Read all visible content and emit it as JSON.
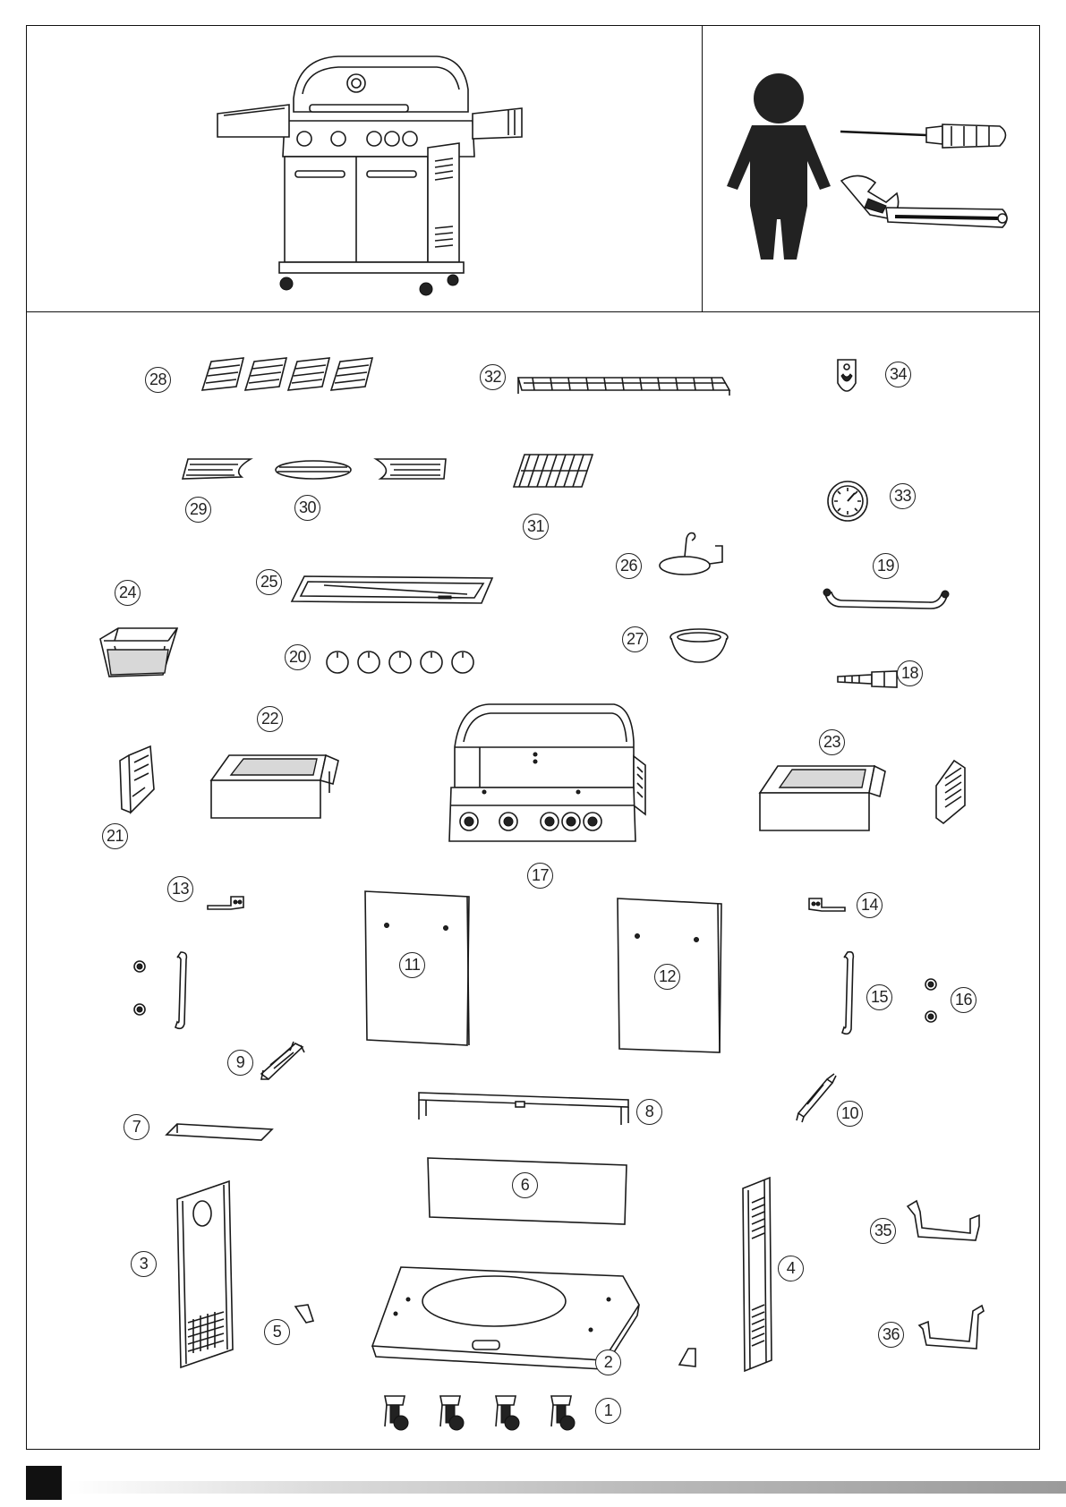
{
  "parts": [
    {
      "number": "1"
    },
    {
      "number": "2"
    },
    {
      "number": "3"
    },
    {
      "number": "4"
    },
    {
      "number": "5"
    },
    {
      "number": "6"
    },
    {
      "number": "7"
    },
    {
      "number": "8"
    },
    {
      "number": "9"
    },
    {
      "number": "10"
    },
    {
      "number": "11"
    },
    {
      "number": "12"
    },
    {
      "number": "13"
    },
    {
      "number": "14"
    },
    {
      "number": "15"
    },
    {
      "number": "16"
    },
    {
      "number": "17"
    },
    {
      "number": "18"
    },
    {
      "number": "19"
    },
    {
      "number": "20"
    },
    {
      "number": "21"
    },
    {
      "number": "22"
    },
    {
      "number": "23"
    },
    {
      "number": "24"
    },
    {
      "number": "25"
    },
    {
      "number": "26"
    },
    {
      "number": "27"
    },
    {
      "number": "28"
    },
    {
      "number": "29"
    },
    {
      "number": "30"
    },
    {
      "number": "31"
    },
    {
      "number": "32"
    },
    {
      "number": "33"
    },
    {
      "number": "34"
    },
    {
      "number": "35"
    },
    {
      "number": "36"
    }
  ],
  "icons": {
    "assembled": "assembled-grill-icon",
    "person": "person-icon",
    "screwdriver": "screwdriver-icon",
    "wrench": "adjustable-wrench-icon"
  }
}
